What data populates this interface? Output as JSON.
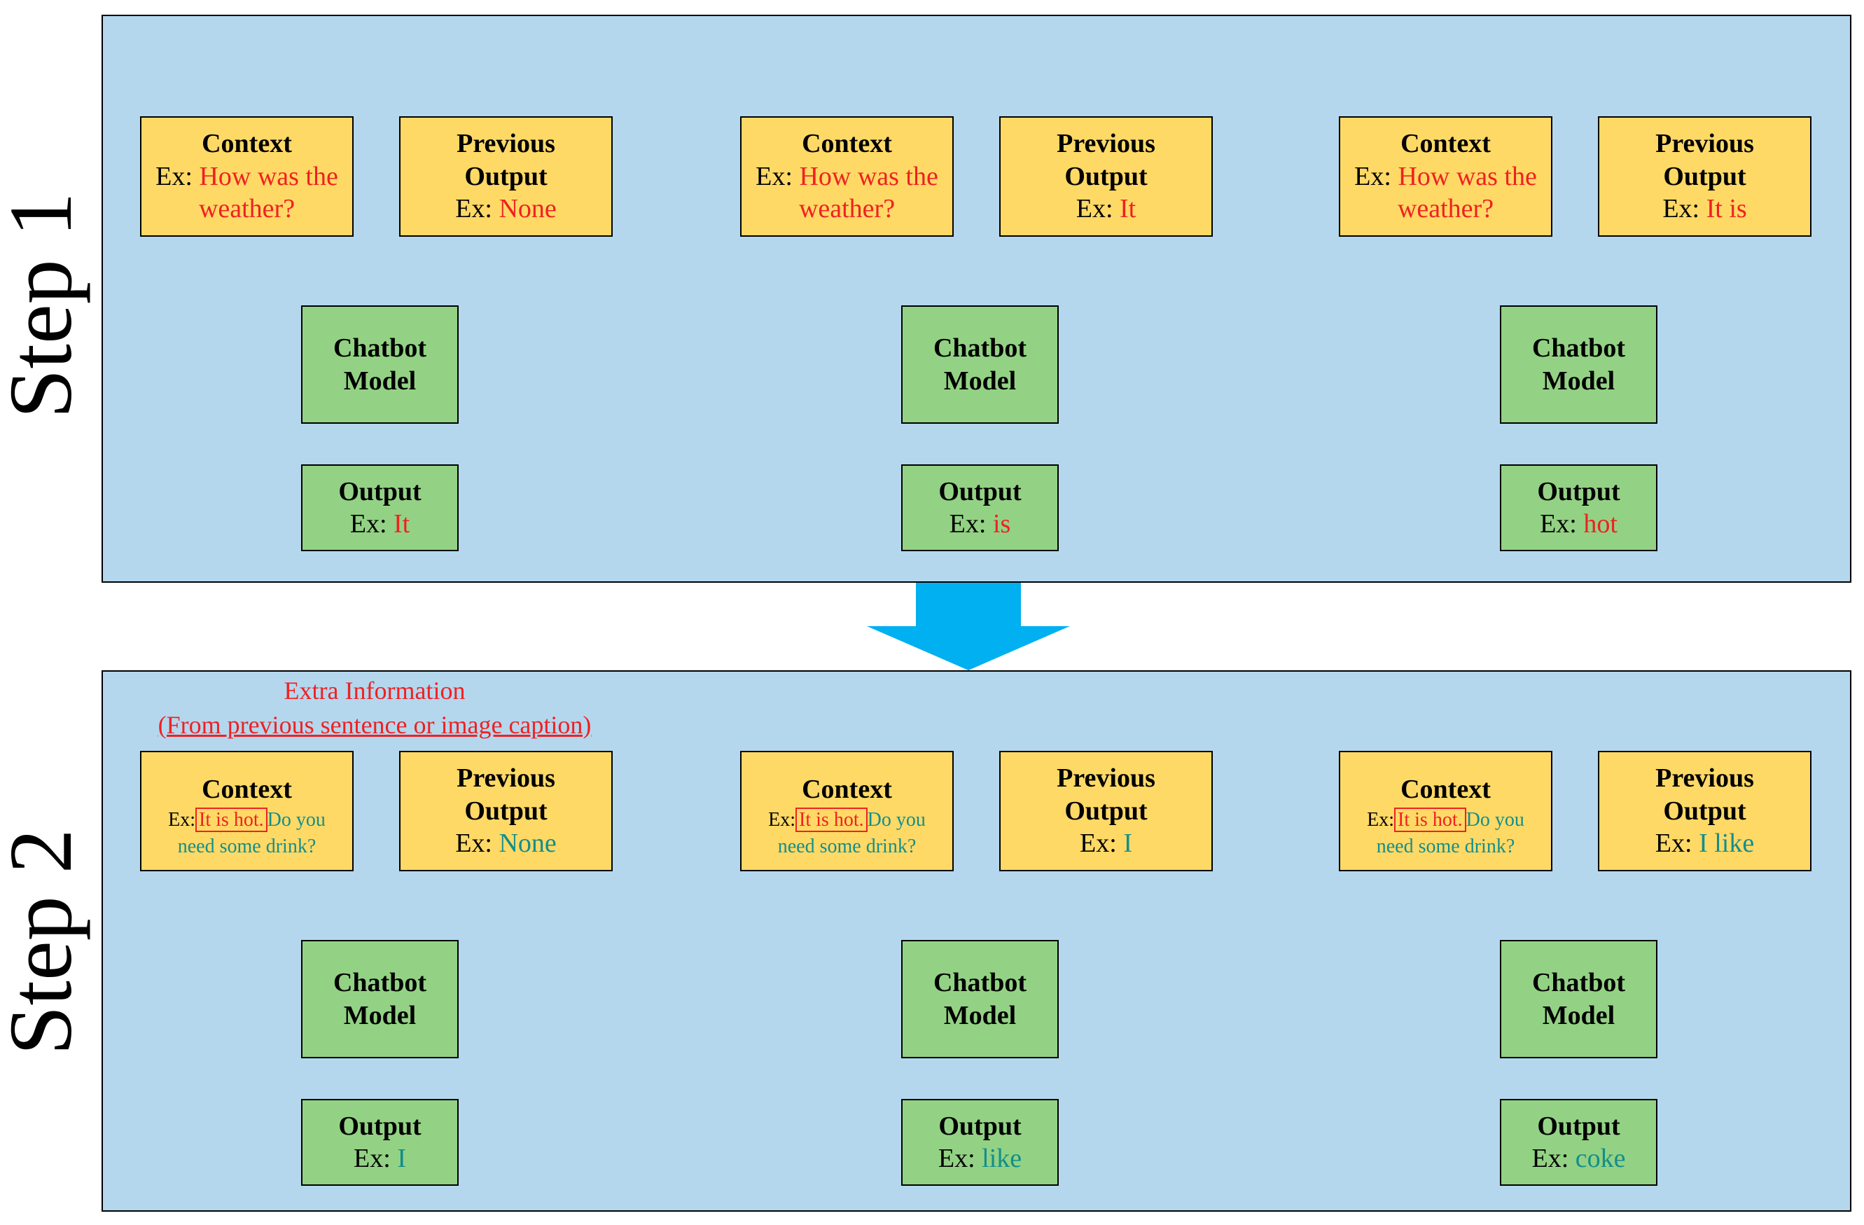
{
  "colors": {
    "panel_bg": "#b4d7ee",
    "input_box": "#ffd966",
    "model_box": "#93d284",
    "blue_arrow": "#1d7ec2",
    "big_down_arrow": "#00b0f0",
    "next_arrow": "#ff80ff",
    "dotted_arrow": "#e0641c",
    "highlight_red": "#ef2121",
    "teal_text": "#138e8a"
  },
  "steps": [
    {
      "label": "Step 1",
      "stages": [
        {
          "context": {
            "title": "Context",
            "prefix": "Ex:",
            "text_line1": "How was the",
            "text_line2": "weather?"
          },
          "previous_output": {
            "title_line1": "Previous",
            "title_line2": "Output",
            "prefix": "Ex:",
            "value": "None"
          },
          "model": {
            "line1": "Chatbot",
            "line2": "Model"
          },
          "output": {
            "title": "Output",
            "prefix": "Ex:",
            "value": "It"
          }
        },
        {
          "context": {
            "title": "Context",
            "prefix": "Ex:",
            "text_line1": "How was the",
            "text_line2": "weather?"
          },
          "previous_output": {
            "title_line1": "Previous",
            "title_line2": "Output",
            "prefix": "Ex:",
            "value": "It"
          },
          "model": {
            "line1": "Chatbot",
            "line2": "Model"
          },
          "output": {
            "title": "Output",
            "prefix": "Ex:",
            "value": "is"
          }
        },
        {
          "context": {
            "title": "Context",
            "prefix": "Ex:",
            "text_line1": "How was the",
            "text_line2": "weather?"
          },
          "previous_output": {
            "title_line1": "Previous",
            "title_line2": "Output",
            "prefix": "Ex:",
            "value": "It is"
          },
          "model": {
            "line1": "Chatbot",
            "line2": "Model"
          },
          "output": {
            "title": "Output",
            "prefix": "Ex:",
            "value": "hot"
          }
        }
      ]
    },
    {
      "label": "Step 2",
      "extra_info": {
        "line1": "Extra Information",
        "line2": "(From previous sentence or image caption)"
      },
      "stages": [
        {
          "context": {
            "title": "Context",
            "prefix": "Ex:",
            "highlight": "It is hot.",
            "rest_line1": "Do you",
            "rest_line2": "need some drink?"
          },
          "previous_output": {
            "title_line1": "Previous",
            "title_line2": "Output",
            "prefix": "Ex:",
            "value": "None"
          },
          "model": {
            "line1": "Chatbot",
            "line2": "Model"
          },
          "output": {
            "title": "Output",
            "prefix": "Ex:",
            "value": "I"
          }
        },
        {
          "context": {
            "title": "Context",
            "prefix": "Ex:",
            "highlight": "It is hot.",
            "rest_line1": "Do you",
            "rest_line2": "need some drink?"
          },
          "previous_output": {
            "title_line1": "Previous",
            "title_line2": "Output",
            "prefix": "Ex:",
            "value": "I"
          },
          "model": {
            "line1": "Chatbot",
            "line2": "Model"
          },
          "output": {
            "title": "Output",
            "prefix": "Ex:",
            "value": "like"
          }
        },
        {
          "context": {
            "title": "Context",
            "prefix": "Ex:",
            "highlight": "It is hot.",
            "rest_line1": "Do you",
            "rest_line2": "need some drink?"
          },
          "previous_output": {
            "title_line1": "Previous",
            "title_line2": "Output",
            "prefix": "Ex:",
            "value": "I like"
          },
          "model": {
            "line1": "Chatbot",
            "line2": "Model"
          },
          "output": {
            "title": "Output",
            "prefix": "Ex:",
            "value": "coke"
          }
        }
      ]
    }
  ]
}
